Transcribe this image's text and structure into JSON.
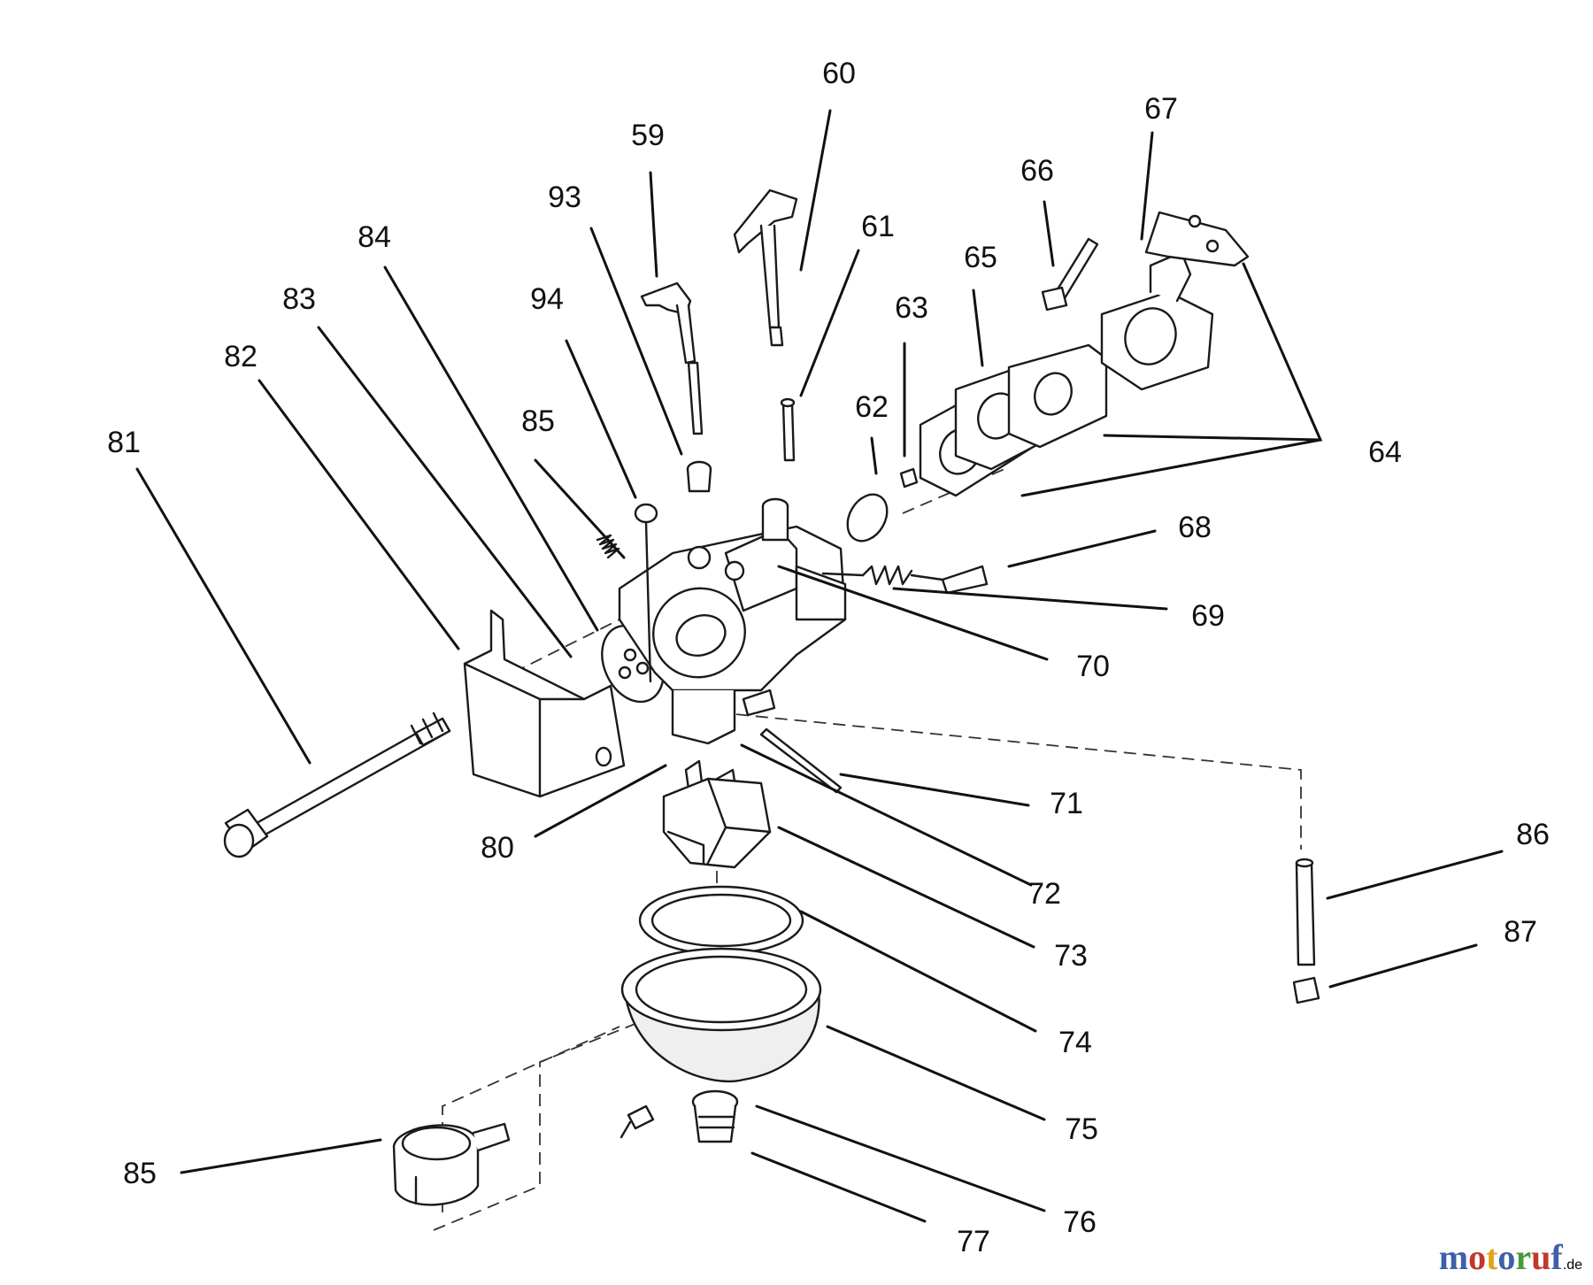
{
  "callouts": {
    "c59": "59",
    "c60": "60",
    "c61": "61",
    "c62": "62",
    "c63": "63",
    "c64": "64",
    "c65": "65",
    "c66": "66",
    "c67": "67",
    "c68": "68",
    "c69": "69",
    "c70": "70",
    "c71": "71",
    "c72": "72",
    "c73": "73",
    "c74": "74",
    "c75": "75",
    "c76": "76",
    "c77": "77",
    "c80": "80",
    "c81": "81",
    "c82": "82",
    "c83": "83",
    "c84": "84",
    "c85a": "85",
    "c85b": "85",
    "c86": "86",
    "c87": "87",
    "c93": "93",
    "c94": "94"
  },
  "watermark": {
    "letters": [
      "m",
      "o",
      "t",
      "o",
      "r",
      "u",
      "f"
    ],
    "suffix": ".de",
    "colors": [
      "#3f5fa8",
      "#c0392b",
      "#e2a31b",
      "#3f5fa8",
      "#4a9a3c",
      "#c0392b",
      "#3f5fa8"
    ]
  }
}
